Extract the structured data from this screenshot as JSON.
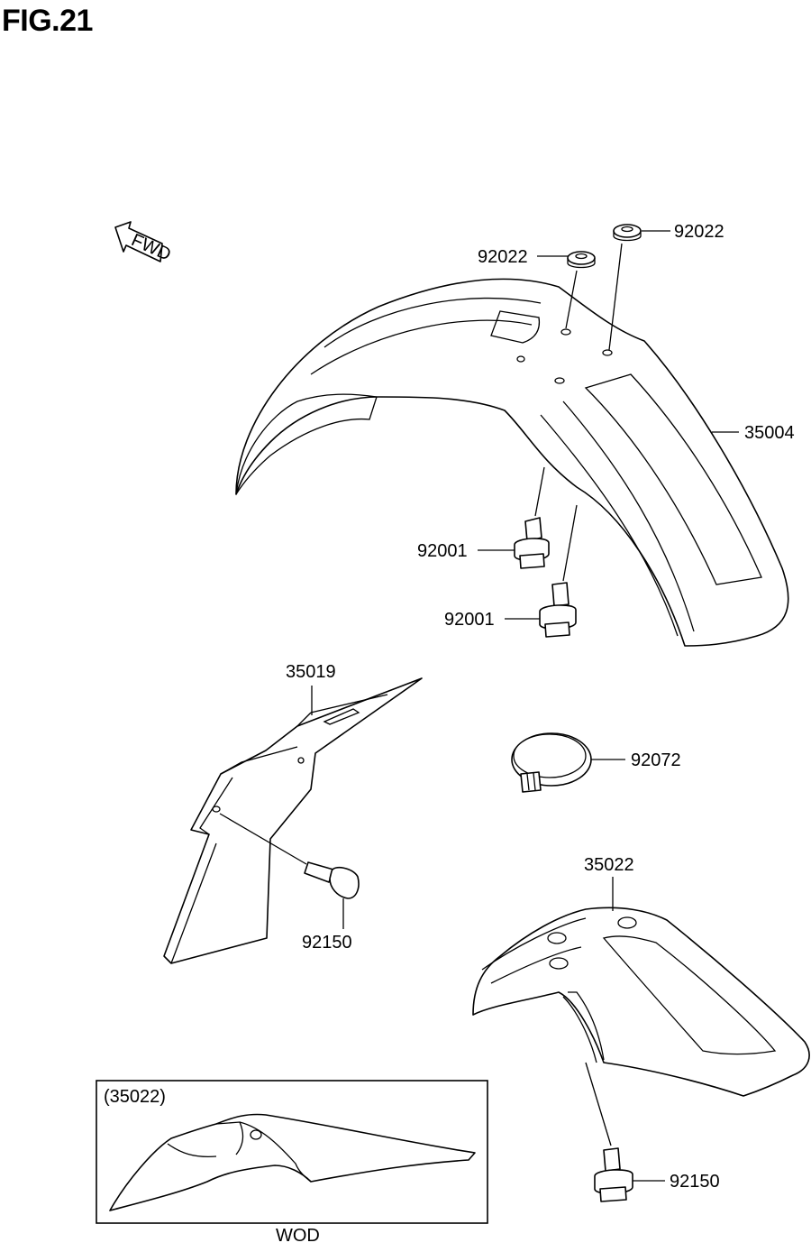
{
  "title": "FIG.21",
  "fwd_arrow": {
    "label": "FWD"
  },
  "parts": {
    "front_fender": "35004",
    "washer_a": "92022",
    "washer_b": "92022",
    "bolt_a": "92001",
    "bolt_b": "92001",
    "fender_bracket": "35019",
    "bracket_bolt": "92150",
    "band": "92072",
    "rear_fender": "35022",
    "rear_bolt": "92150"
  },
  "inset": {
    "ref_label": "(35022)",
    "caption": "WOD"
  }
}
